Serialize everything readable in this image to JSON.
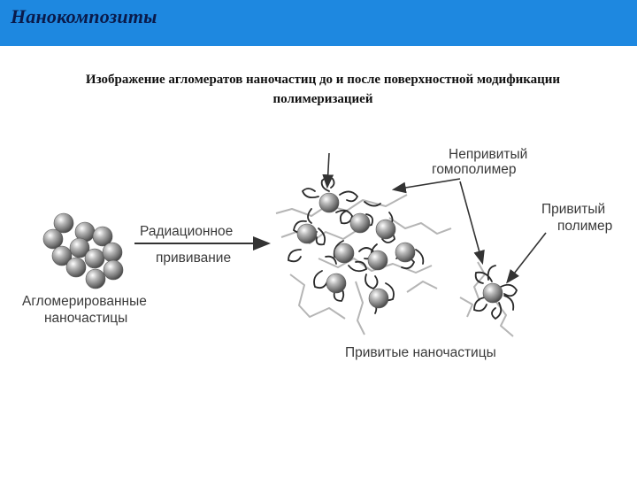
{
  "header": {
    "title": "Нанокомпозиты"
  },
  "subtitle": {
    "line1": "Изображение агломератов наночастиц до и после поверхностной модификации",
    "line2": "полимеризацией"
  },
  "diagram": {
    "agglomerated_label_line1": "Агломерированные",
    "agglomerated_label_line2": "наночастицы",
    "process_label_line1": "Радиационное",
    "process_label_line2": "прививание",
    "ungrafted_label_line1": "Непривитый",
    "ungrafted_label_line2": "гомополимер",
    "grafted_label_line1": "Привитый",
    "grafted_label_line2": "полимер",
    "grafted_nanoparticles_label": "Привитые наночастицы"
  },
  "colors": {
    "header_bg": "#1e88e0",
    "header_text": "#0a1a4a",
    "particle": "#8c8c8c"
  }
}
